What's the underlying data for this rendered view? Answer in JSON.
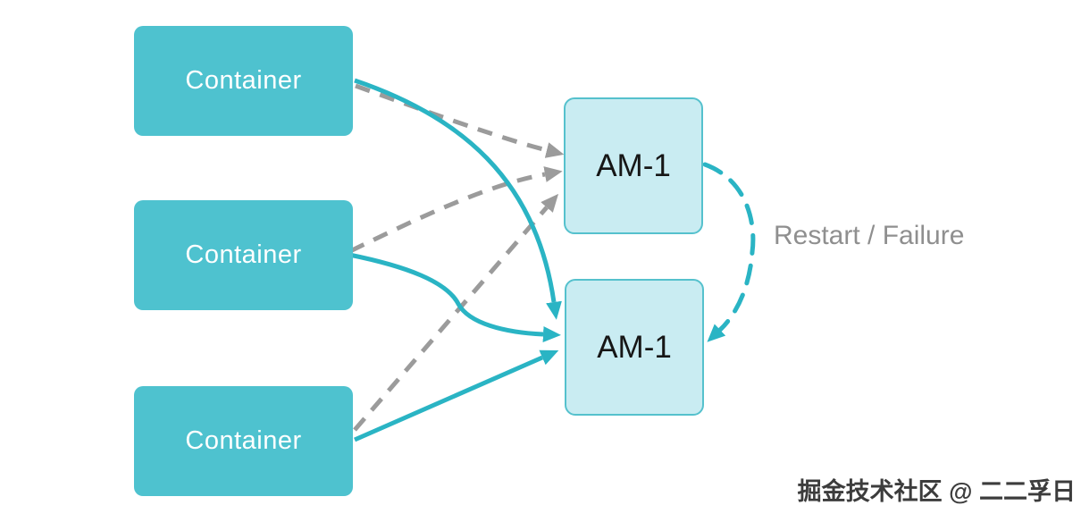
{
  "diagram": {
    "containers": [
      {
        "label": "Container"
      },
      {
        "label": "Container"
      },
      {
        "label": "Container"
      }
    ],
    "app_masters": [
      {
        "label": "AM-1"
      },
      {
        "label": "AM-1"
      }
    ],
    "edge_label": "Restart / Failure",
    "watermark": "掘金技术社区 @ 二二孚日",
    "edges": {
      "dashed_gray": "each Container to top AM-1",
      "solid_teal": "each Container to bottom AM-1",
      "dashed_teal_arc": "top AM-1 to bottom AM-1 (Restart / Failure)"
    },
    "colors": {
      "container_fill": "#4ec2cf",
      "am_fill": "#c9ecf2",
      "am_border": "#55c1cd",
      "solid_arrow": "#2ab4c4",
      "dashed_arrow": "#9b9b9b",
      "edge_label_text": "#8f8f8f",
      "watermark_text": "#3c3c3c",
      "background": "#ffffff"
    }
  }
}
